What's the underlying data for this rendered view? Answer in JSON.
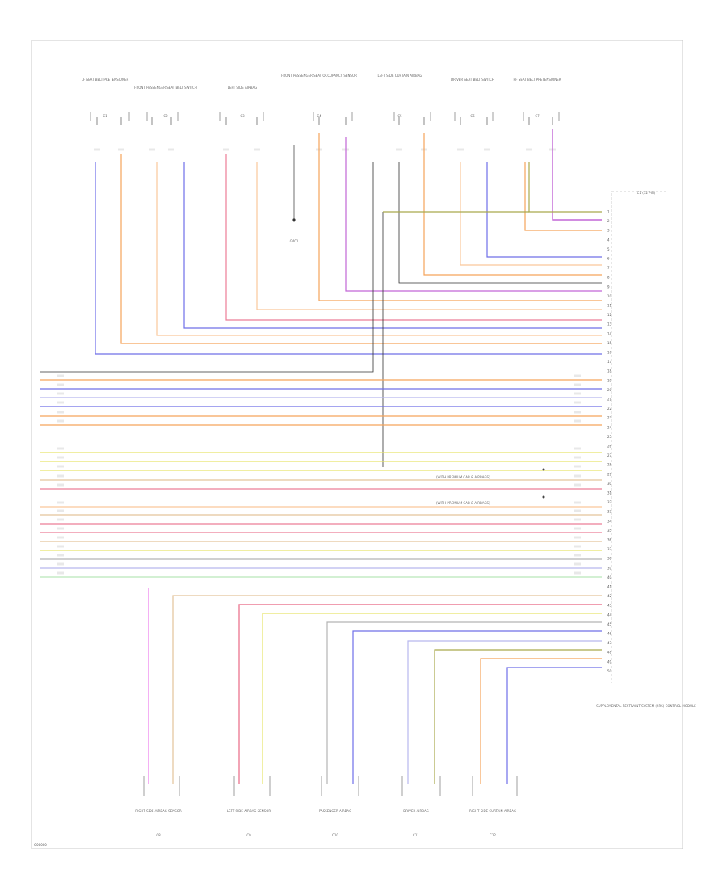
{
  "figure_id": "G00000",
  "module": {
    "name": "SUPPLEMENTAL RESTRAINT SYSTEM (SRS) CONTROL MODULE",
    "connector": "C1 (32 PIN)",
    "pins": [
      "1",
      "2",
      "3",
      "4",
      "5",
      "6",
      "7",
      "8",
      "9",
      "10",
      "11",
      "12",
      "13",
      "14",
      "15",
      "16",
      "17",
      "18",
      "19",
      "20",
      "21",
      "22",
      "23",
      "24",
      "25",
      "26",
      "27",
      "28",
      "29",
      "30",
      "31",
      "32",
      "33",
      "34",
      "35",
      "36",
      "37",
      "38",
      "39",
      "40",
      "41",
      "42",
      "43",
      "44",
      "45",
      "46",
      "47",
      "48",
      "49",
      "50"
    ]
  },
  "top_components": [
    {
      "name": "LF SEAT BELT PRETENSIONER",
      "connector": "C1"
    },
    {
      "name": "FRONT PASSENGER SEAT BELT SWITCH",
      "connector": "C2"
    },
    {
      "name": "LEFT SIDE AIRBAG",
      "connector": "C3"
    },
    {
      "name": "FRONT PASSENGER SEAT OCCUPANCY SENSOR",
      "connector": "C4"
    },
    {
      "name": "LEFT SIDE CURTAIN AIRBAG",
      "connector": "C5"
    },
    {
      "name": "DRIVER SEAT BELT SWITCH",
      "connector": "C6"
    },
    {
      "name": "RF SEAT BELT PRETENSIONER",
      "connector": "C7"
    }
  ],
  "ground": {
    "name": "G401"
  },
  "bottom_components": [
    {
      "name": "RIGHT SIDE AIRBAG SENSOR",
      "connector": "C8"
    },
    {
      "name": "LEFT SIDE AIRBAG SENSOR",
      "connector": "C9"
    },
    {
      "name": "PASSENGER AIRBAG",
      "connector": "C10"
    },
    {
      "name": "DRIVER AIRBAG",
      "connector": "C11"
    },
    {
      "name": "RIGHT SIDE CURTAIN AIRBAG",
      "connector": "C12"
    }
  ],
  "notes": [
    {
      "text": "(WITH PREMIUM CAB & AIRBAGS)"
    },
    {
      "text": "(WITH PREMIUM CAB & AIRBAGS)"
    }
  ],
  "wire_colors": {
    "orange": "#f5a35a",
    "blue": "#6f6fe8",
    "pink": "#ec7d96",
    "purple": "#c266d6",
    "yellow": "#e6e46a",
    "olive": "#a9a94c",
    "gray": "#b3b3b3",
    "black": "#333333",
    "light_orange": "#f9c79b",
    "lavender": "#b7b7ee",
    "mint": "#b9e6b9",
    "tan": "#e3c39a",
    "magenta": "#f08ff0"
  }
}
